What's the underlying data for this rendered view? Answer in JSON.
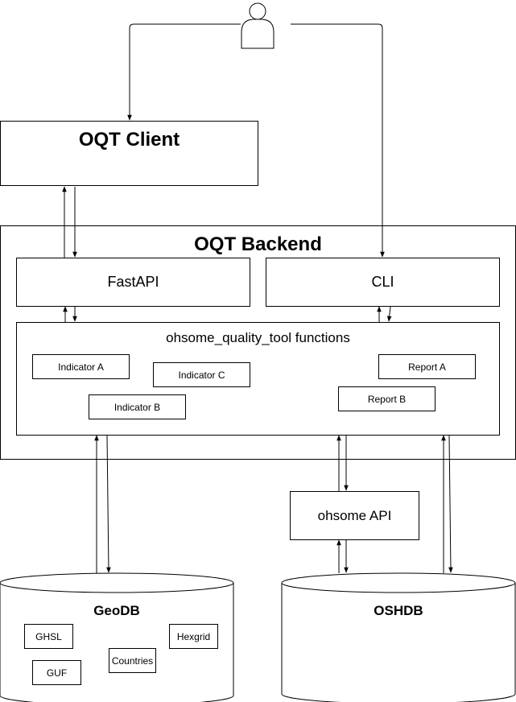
{
  "client": {
    "title": "OQT Client"
  },
  "backend": {
    "title": "OQT Backend",
    "fastapi": "FastAPI",
    "cli": "CLI",
    "functions": {
      "title": "ohsome_quality_tool functions",
      "indicators": [
        "Indicator A",
        "Indicator C",
        "Indicator B"
      ],
      "reports": [
        "Report A",
        "Report B"
      ]
    }
  },
  "ohsome_api": {
    "label": "ohsome API"
  },
  "geodb": {
    "title": "GeoDB",
    "tables": [
      "GHSL",
      "Hexgrid",
      "Countries",
      "GUF"
    ]
  },
  "oshdb": {
    "title": "OSHDB"
  },
  "icons": {
    "user": "user-icon"
  }
}
